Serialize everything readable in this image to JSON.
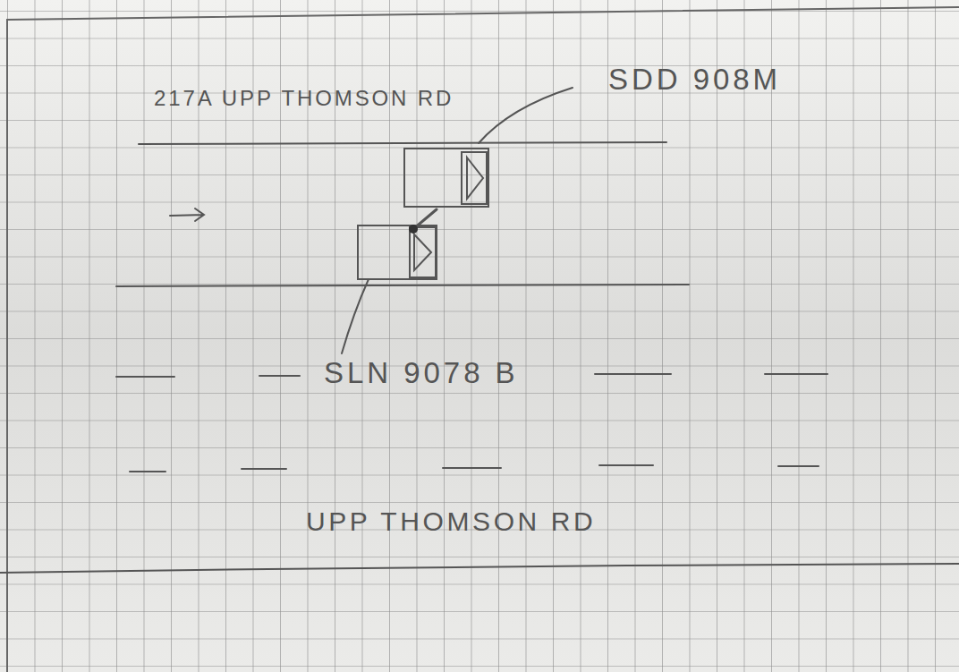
{
  "diagram": {
    "labels": [
      "217A UPP THOMSON RD",
      "SDD 908M",
      "SLN 9078 B",
      "UPP THOMSON RD"
    ]
  }
}
